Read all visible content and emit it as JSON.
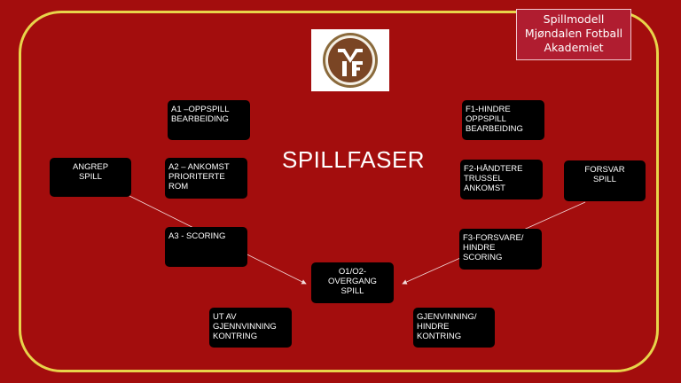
{
  "header": {
    "title_lines": [
      "Spillmodell",
      "Mjøndalen Fotball",
      "Akademiet"
    ]
  },
  "main_title": "SPILLFASER",
  "logo": {
    "icon": "mjondalen-crest-icon",
    "letters": "MIF"
  },
  "nodes": {
    "angrep": [
      "ANGREP",
      "SPILL"
    ],
    "a1": [
      "A1 –OPPSPILL",
      "BEARBEIDING"
    ],
    "a2": [
      "A2 – ANKOMST",
      "PRIORITERTE",
      "ROM"
    ],
    "a3": [
      "A3 - SCORING"
    ],
    "f1": [
      "F1-HINDRE",
      "OPPSPILL",
      "BEARBEIDING"
    ],
    "f2": [
      "F2-HÅNDTERE",
      "TRUSSEL",
      "ANKOMST"
    ],
    "f3": [
      "F3-FORSVARE/",
      "HINDRE",
      "SCORING"
    ],
    "forsvar": [
      "FORSVAR",
      "SPILL"
    ],
    "overgang": [
      "O1/O2-",
      "OVERGANG",
      "SPILL"
    ],
    "ut_av": [
      "UT AV",
      "GJENNVINNING",
      "KONTRING"
    ],
    "gjenvinning": [
      "GJENVINNING/",
      "HINDRE",
      "KONTRING"
    ]
  },
  "colors": {
    "background": "#a30d0d",
    "frame": "#e8d44a",
    "node": "#000000",
    "title_box": "#b01d30"
  }
}
